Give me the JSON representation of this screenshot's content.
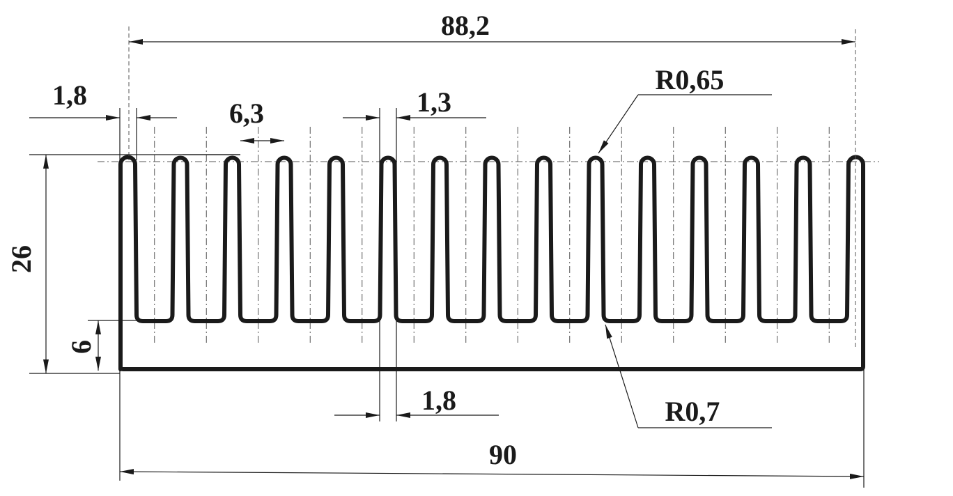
{
  "drawing": {
    "fin_count": 15,
    "dimensions": {
      "overall_top": "88,2",
      "overall_bottom": "90",
      "fin_tip_thickness": "1,8",
      "fin_gap": "6,3",
      "fin_tip_thickness_inner": "1,3",
      "fin_root_thickness": "1,8",
      "height": "26",
      "base_thickness": "6",
      "tip_radius": "R0,65",
      "root_radius": "R0,7"
    }
  }
}
